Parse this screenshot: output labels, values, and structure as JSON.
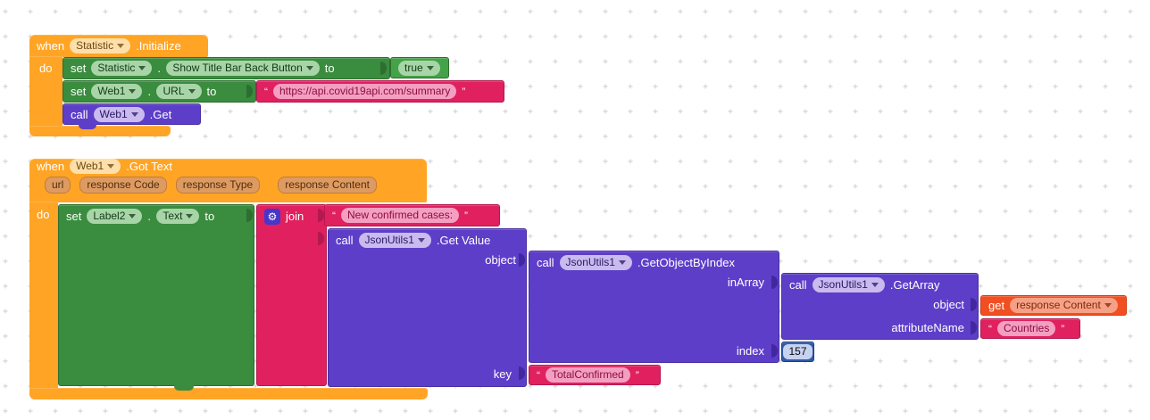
{
  "palette": {
    "canvas_bg": "#ffffff",
    "grid_cross_color": "#c9c9c9",
    "event_orange": "#FFA424",
    "setter_green": "#3A8C3E",
    "logic_green": "#44A248",
    "method_purple": "#5D3EC8",
    "text_magenta": "#E0205F",
    "get_orange_red": "#F14F21",
    "number_blue": "#2F5BA7",
    "mutator_indigo": "#4836C9"
  },
  "icons": {
    "mutator_gear": "⚙",
    "grid_cross": "+"
  },
  "keywords": {
    "when": "when",
    "do": "do",
    "set": "set",
    "to": "to",
    "call": "call",
    "get": "get",
    "join": "join",
    "dot": ".",
    "quote_open": "“",
    "quote_close": "”"
  },
  "block1": {
    "event_component": "Statistic",
    "event_name": ".Initialize",
    "set1": {
      "component": "Statistic",
      "property": "Show Title Bar Back Button",
      "value": "true"
    },
    "set2": {
      "component": "Web1",
      "property": "URL",
      "value": "https://api.covid19api.com/summary"
    },
    "call1": {
      "component": "Web1",
      "method": ".Get"
    }
  },
  "block2": {
    "event_component": "Web1",
    "event_name": ".Got Text",
    "params": [
      "url",
      "response Code",
      "response Type",
      "response Content"
    ],
    "set": {
      "component": "Label2",
      "property": "Text"
    },
    "join_label": "join",
    "string1": "New confirmed cases: ",
    "get_value": {
      "component": "JsonUtils1",
      "method": ".Get Value",
      "arg1": "object",
      "arg2": "key"
    },
    "get_object_by_index": {
      "component": "JsonUtils1",
      "method": ".GetObjectByIndex",
      "arg1": "inArray",
      "arg2": "index"
    },
    "get_array": {
      "component": "JsonUtils1",
      "method": ".GetArray",
      "arg1": "object",
      "arg2": "attributeName"
    },
    "get_variable": "response Content",
    "attribute_value": "Countries",
    "index_value": "157",
    "key_value": "TotalConfirmed"
  }
}
